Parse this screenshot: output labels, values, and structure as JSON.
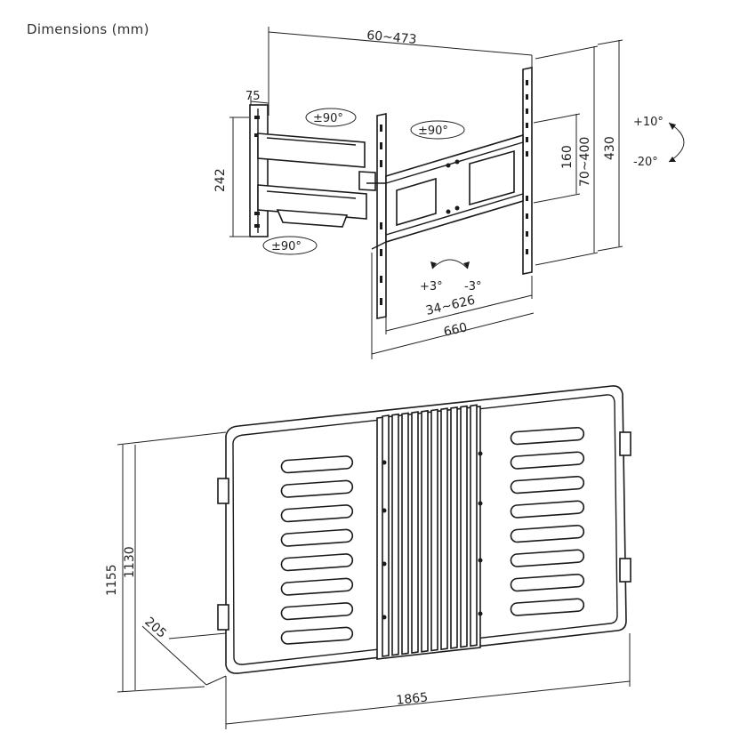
{
  "title": "Dimensions (mm)",
  "dims": {
    "d60_473": "60~473",
    "d75": "75",
    "d242": "242",
    "rot_arm_top": "±90°",
    "rot_center": "±90°",
    "rot_bottom": "±90°",
    "d160": "160",
    "d70_400": "70~400",
    "d430": "430",
    "tilt_up": "+10°",
    "tilt_down": "-20°",
    "swivel_plus": "+3°",
    "swivel_minus": "-3°",
    "d34_626": "34~626",
    "d660": "660",
    "d1155": "1155",
    "d1130": "1130",
    "d205": "205",
    "d1865": "1865"
  }
}
